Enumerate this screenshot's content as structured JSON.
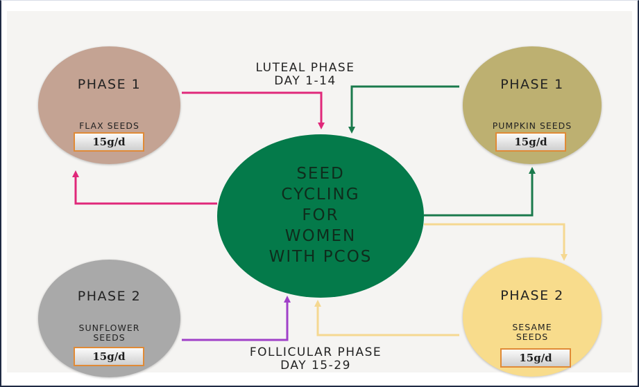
{
  "center": {
    "lines": [
      "SEED",
      "CYCLING",
      "FOR",
      "WOMEN",
      "WITH PCOS"
    ]
  },
  "luteal": {
    "name": "LUTEAL PHASE",
    "days": "DAY 1-14"
  },
  "follicular": {
    "name": "FOLLICULAR PHASE",
    "days": "DAY 15-29"
  },
  "nodes": [
    {
      "title": "PHASE 1",
      "seed": "FLAX SEEDS",
      "dose": "15g/d"
    },
    {
      "title": "PHASE 1",
      "seed": "PUMPKIN SEEDS",
      "dose": "15g/d"
    },
    {
      "title": "PHASE 2",
      "seed_lines": [
        "SUNFLOWER",
        "SEEDS"
      ],
      "dose": "15g/d"
    },
    {
      "title": "PHASE 2",
      "seed_lines": [
        "SESAME",
        "SEEDS"
      ],
      "dose": "15g/d"
    }
  ],
  "colors": {
    "flax": "#c4a393",
    "pumpkin": "#bdb071",
    "sunflower": "#a9a9a9",
    "sesame": "#f8dc8c",
    "center": "#047a4a",
    "arrow_flax": "#e0287a",
    "arrow_pumpkin": "#1a7a4c",
    "arrow_sunflower": "#a040c8",
    "arrow_sesame": "#f5d891"
  }
}
